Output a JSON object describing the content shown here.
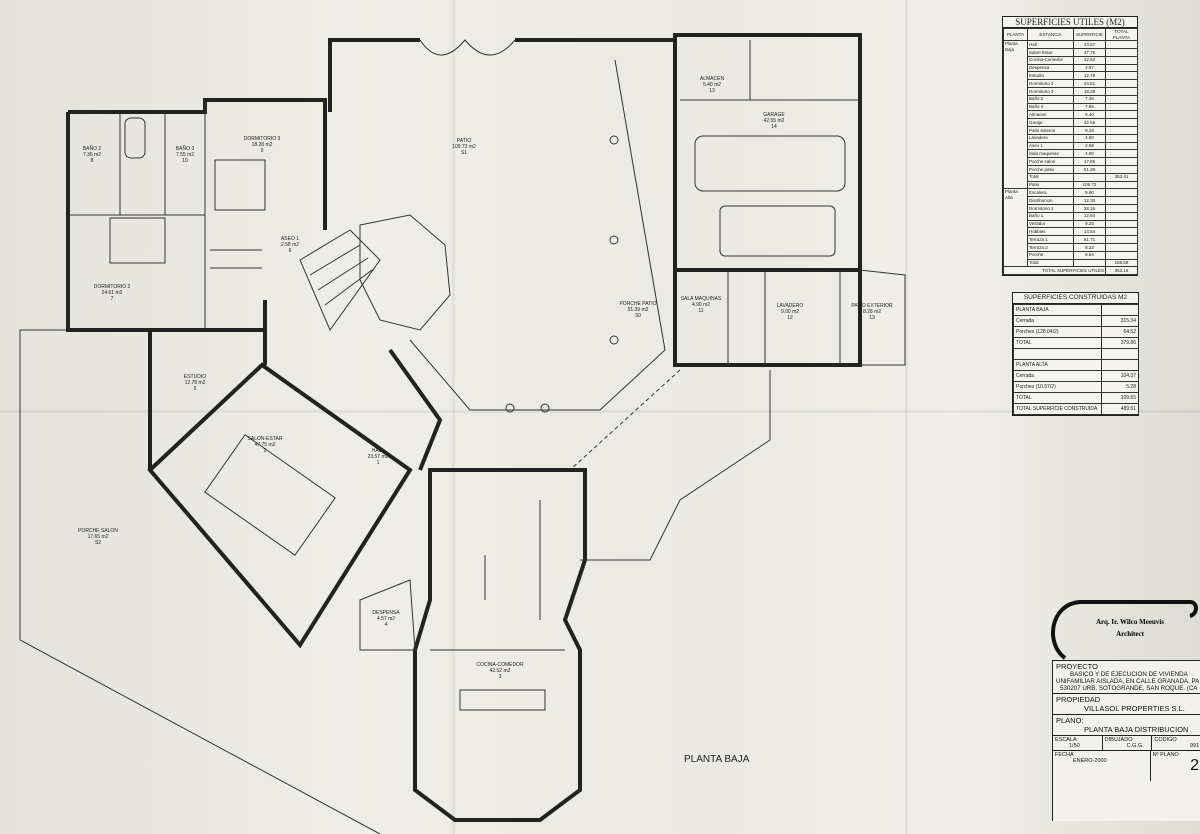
{
  "plan_title": "PLANTA BAJA",
  "rooms": [
    {
      "name": "BAÑO 2",
      "area": "7.36 m2",
      "num": "8"
    },
    {
      "name": "BAÑO 3",
      "area": "7.55 m2",
      "num": "10"
    },
    {
      "name": "DORMITORIO 3",
      "area": "18.28 m2",
      "num": "9"
    },
    {
      "name": "DORMITORIO 2",
      "area": "24.61 m2",
      "num": "7"
    },
    {
      "name": "ASEO 1",
      "area": "2.58 m2",
      "num": "6"
    },
    {
      "name": "PATIO",
      "area": "109.73 m2",
      "num": "S1"
    },
    {
      "name": "ALMACEN",
      "area": "5.40 m2",
      "num": "13"
    },
    {
      "name": "GARAGE",
      "area": "42.55 m2",
      "num": "14"
    },
    {
      "name": "PORCHE PATIO",
      "area": "51.39 m2",
      "num": "S0"
    },
    {
      "name": "SALA MAQUINAS",
      "area": "4.90 m2",
      "num": "11"
    },
    {
      "name": "LAVADERO",
      "area": "9.00 m2",
      "num": "12"
    },
    {
      "name": "PATIO EXTERIOR",
      "area": "8.28 m2",
      "num": "13"
    },
    {
      "name": "ESTUDIO",
      "area": "12.78 m2",
      "num": "5"
    },
    {
      "name": "SALON-ESTAR",
      "area": "47.75 m2",
      "num": "2"
    },
    {
      "name": "HALL",
      "area": "23.57 m2",
      "num": "1"
    },
    {
      "name": "PORCHE SALON",
      "area": "17.65 m2",
      "num": "S2"
    },
    {
      "name": "DESPENSA",
      "area": "4.57 m2",
      "num": "4"
    },
    {
      "name": "COCINA-COMEDOR",
      "area": "42.52 m2",
      "num": "3"
    }
  ],
  "utiles": {
    "title": "SUPERFICIES UTILES (M2)",
    "headers": [
      "PLANTA",
      "ESTANCIA",
      "SUPERFICIE",
      "TOTAL PLANTA"
    ],
    "groups": [
      {
        "planta": "Planta Baja",
        "rows": [
          [
            "Hall",
            "23.57",
            ""
          ],
          [
            "Salon-Estar",
            "47.75",
            ""
          ],
          [
            "Cocina-Comedor",
            "42.52",
            ""
          ],
          [
            "Despensa",
            "4.57",
            ""
          ],
          [
            "Estudio",
            "12.78",
            ""
          ],
          [
            "Dormitorio 2",
            "24.61",
            ""
          ],
          [
            "Dormitorio 3",
            "18.28",
            ""
          ],
          [
            "Baño 2",
            "7.36",
            ""
          ],
          [
            "Baño 3",
            "7.55",
            ""
          ],
          [
            "Almacen",
            "5.40",
            ""
          ],
          [
            "Garaje",
            "42.55",
            ""
          ],
          [
            "Patio exterior",
            "8.28",
            ""
          ],
          [
            "Lavadero",
            "4.60",
            ""
          ],
          [
            "Aseo 1",
            "2.58",
            ""
          ],
          [
            "Sala maquinas",
            "4.90",
            ""
          ],
          [
            "Porche salon",
            "17.65",
            ""
          ],
          [
            "Porche patio",
            "51.39",
            ""
          ],
          [
            "Total",
            "",
            "353.41"
          ],
          [
            "Patio",
            "109.73",
            ""
          ]
        ]
      },
      {
        "planta": "Planta Alta",
        "rows": [
          [
            "Escalera",
            "9.90",
            ""
          ],
          [
            "Distribucion",
            "12.30",
            ""
          ],
          [
            "Dormitorio 1",
            "28.16",
            ""
          ],
          [
            "Baño 1",
            "12.64",
            ""
          ],
          [
            "Vestidor",
            "9.25",
            ""
          ],
          [
            "Hobbies",
            "14.54",
            ""
          ],
          [
            "Terraza 1",
            "61.71",
            ""
          ],
          [
            "Terraza 2",
            "8.32",
            ""
          ],
          [
            "Porche",
            "9.84",
            ""
          ],
          [
            "Total",
            "",
            "156.58"
          ]
        ]
      }
    ],
    "grand_total_label": "TOTAL SUPERFICIES UTILES",
    "grand_total": "353.16"
  },
  "construidas": {
    "title": "SUPERFICIES CONSTRUIDAS M2",
    "rows": [
      [
        "PLANTA BAJA",
        ""
      ],
      [
        "Cerrada",
        "315.34"
      ],
      [
        "Porches    (128.04/2)",
        "64.52"
      ],
      [
        "TOTAL",
        "379.86"
      ],
      [
        "",
        ""
      ],
      [
        "PLANTA ALTA",
        ""
      ],
      [
        "Cerrada",
        "104.37"
      ],
      [
        "Porches    (10.57/2)",
        "5.28"
      ],
      [
        "TOTAL",
        "109.65"
      ],
      [
        "TOTAL SUPERFICIE CONSTRUIDA",
        "489.51"
      ]
    ]
  },
  "title_block": {
    "architect": "Arq. Ir. Wilco Meeuvis",
    "architect_role": "Architect",
    "proyecto_label": "PROYECTO",
    "proyecto_lines": [
      "BASICO Y DE EJECUCION DE VIVIENDA",
      "UNIFAMILIAR AISLADA, EN CALLE GRANADA, PA",
      "530207 URB. SOTOGRANDE, SAN ROQUE. (CA"
    ],
    "propiedad_label": "PROPIEDAD",
    "propiedad": "VILLASOL PROPERTIES S.L.",
    "plano_label": "PLANO:",
    "plano": "PLANTA BAJA DISTRIBUCION",
    "escala_label": "ESCALA",
    "escala": "1/50",
    "dibujado_label": "DIBUJADO",
    "dibujado": "C.G.G.",
    "codigo_label": "CODIGO",
    "codigo": "991",
    "fecha_label": "FECHA",
    "fecha": "ENERO-2000",
    "nplano_label": "Nº PLANO",
    "nplano": "2"
  }
}
